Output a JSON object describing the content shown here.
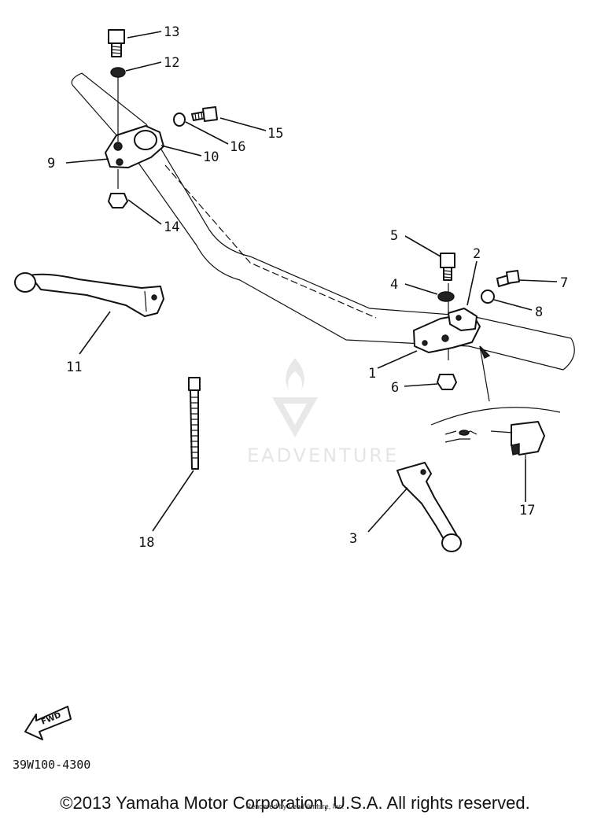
{
  "diagram": {
    "parts": [
      {
        "number": "1"
      },
      {
        "number": "2"
      },
      {
        "number": "3"
      },
      {
        "number": "4"
      },
      {
        "number": "5"
      },
      {
        "number": "6"
      },
      {
        "number": "7"
      },
      {
        "number": "8"
      },
      {
        "number": "9"
      },
      {
        "number": "10"
      },
      {
        "number": "11"
      },
      {
        "number": "12"
      },
      {
        "number": "13"
      },
      {
        "number": "14"
      },
      {
        "number": "15"
      },
      {
        "number": "16"
      },
      {
        "number": "17"
      },
      {
        "number": "18"
      }
    ],
    "fwd_label": "FWD",
    "drawing_code": "39W100-4300",
    "watermark": "EADVENTURE"
  },
  "footer": {
    "copyright": "©2013 Yamaha Motor Corporation, U.S.A. All rights reserved.",
    "rendered_by": "Rendered by LeadVenture, Inc."
  }
}
